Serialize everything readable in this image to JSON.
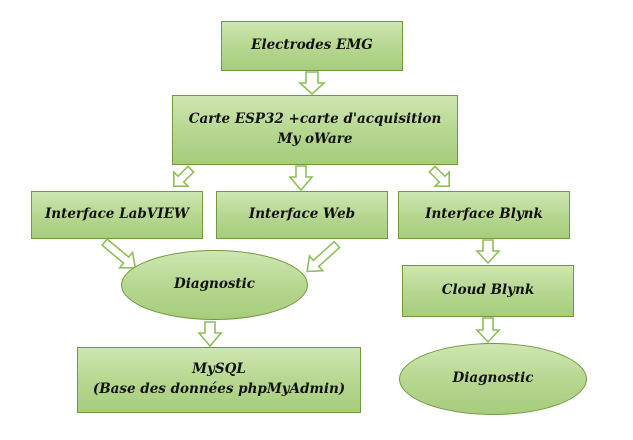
{
  "diagram": {
    "nodes": {
      "electrodes": {
        "label": "Electrodes EMG"
      },
      "carte": {
        "line1": "Carte ESP32 +carte d'acquisition",
        "line2": "My oWare"
      },
      "labview": {
        "label": "Interface LabVIEW"
      },
      "web": {
        "label": "Interface Web"
      },
      "blynk": {
        "label": "Interface Blynk"
      },
      "diagnostic_left": {
        "label": "Diagnostic"
      },
      "cloud_blynk": {
        "label": "Cloud Blynk"
      },
      "mysql": {
        "line1": "MySQL",
        "line2": "(Base des données phpMyAdmin)"
      },
      "diagnostic_right": {
        "label": "Diagnostic"
      }
    },
    "edges": [
      {
        "from": "electrodes",
        "to": "carte"
      },
      {
        "from": "carte",
        "to": "labview"
      },
      {
        "from": "carte",
        "to": "web"
      },
      {
        "from": "carte",
        "to": "blynk"
      },
      {
        "from": "labview",
        "to": "diagnostic_left"
      },
      {
        "from": "web",
        "to": "diagnostic_left"
      },
      {
        "from": "diagnostic_left",
        "to": "mysql"
      },
      {
        "from": "blynk",
        "to": "cloud_blynk"
      },
      {
        "from": "cloud_blynk",
        "to": "diagnostic_right"
      }
    ],
    "colors": {
      "fill": "#b5d68f",
      "border": "#6f9a3e",
      "arrow_stroke": "#8fbf59"
    }
  }
}
